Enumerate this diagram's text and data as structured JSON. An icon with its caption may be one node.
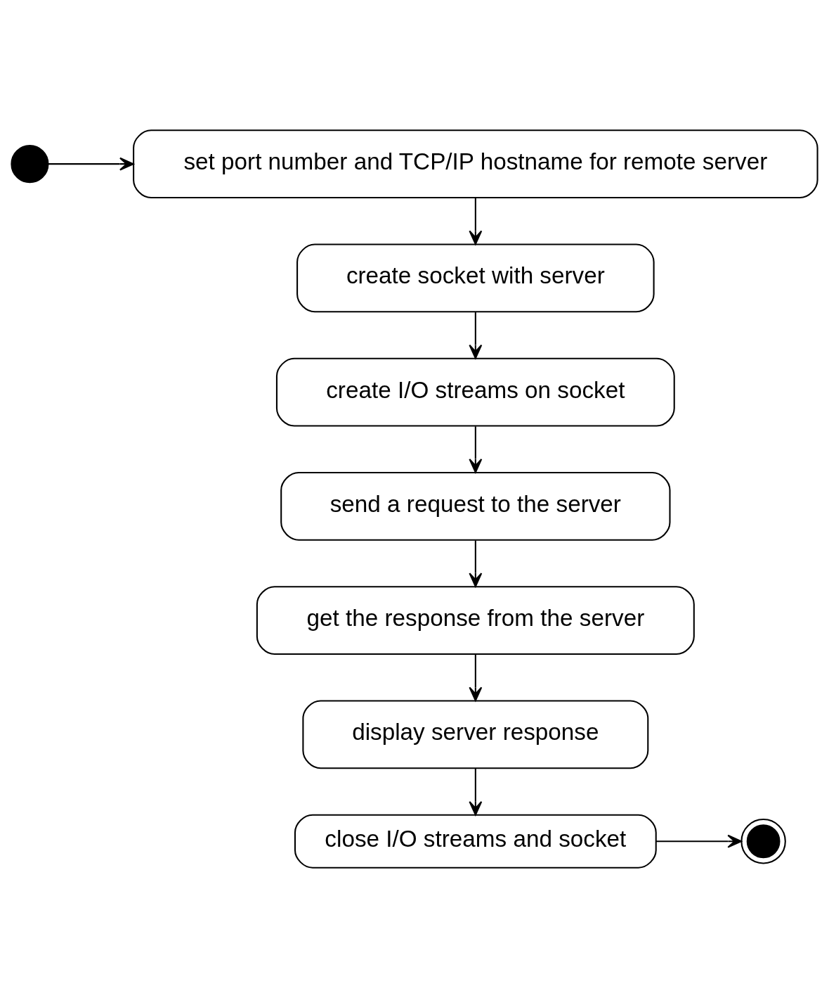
{
  "diagram": {
    "nodes": [
      {
        "text": [
          "set port number and TCP/IP hostname for remote server"
        ]
      },
      {
        "text": [],
        "shape": "circle"
      },
      {
        "text": [
          "create socket with server"
        ]
      },
      {
        "text": [
          "create I/O streams on socket"
        ]
      },
      {
        "text": [
          "send a request to the server"
        ]
      },
      {
        "text": [
          "get the response from the server"
        ]
      },
      {
        "text": [
          "display server response"
        ]
      },
      {
        "text": [
          "close I/O streams and socket"
        ]
      },
      {
        "text": [],
        "shape": "circle"
      }
    ],
    "edges": [
      {
        "from": 1,
        "to": 0,
        "arrow": "to"
      },
      {
        "from": 0,
        "to": 2,
        "arrow": "to"
      },
      {
        "from": 2,
        "to": 3,
        "arrow": "to"
      },
      {
        "from": 3,
        "to": 4,
        "arrow": "to"
      },
      {
        "from": 4,
        "to": 5,
        "arrow": "to"
      },
      {
        "from": 5,
        "to": 6,
        "arrow": "to"
      },
      {
        "from": 6,
        "to": 7,
        "arrow": "to"
      },
      {
        "from": 7,
        "to": 8,
        "arrow": "to"
      }
    ]
  }
}
